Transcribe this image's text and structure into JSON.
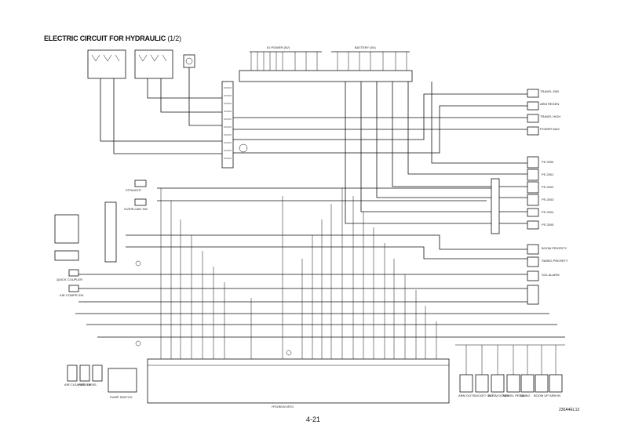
{
  "title": "ELECTRIC CIRCUIT FOR HYDRAULIC",
  "title_suffix": "(1/2)",
  "page_number": "4-21",
  "figure_id": "230A4EL13",
  "bus_labels": {
    "ig_power": "IG POWER (5V)",
    "battery": "BATTERY (5V)"
  },
  "mcu_label": "HYUNDAI MCU",
  "left_labels": {
    "straight": "STRAIGHT",
    "overload": "OVERLOAD SW",
    "quick_coupler": "QUICK COUPLER",
    "air_compr": "AIR COMPR SW",
    "air_cleaner": "AIR CLEANER SW",
    "fuel_level": "FUEL LEVEL",
    "pump_switch": "PUMP SWITCH"
  },
  "right_labels": [
    "TRAVEL 2ND",
    "ARM REGEN",
    "TRAVEL HIGH",
    "POWER MAX",
    "PS 2000",
    "PS 2001",
    "PS 2002",
    "PS 2003",
    "PS 2004",
    "PS 2005",
    "BOOM PRIORITY",
    "SWING PRIORITY",
    "SOL ALARM"
  ],
  "bottom_sensors": [
    "ARM OUT",
    "BUCKET OUT",
    "BOOM DOWN",
    "TRAVEL PEDAL",
    "SWING",
    "BOOM UP",
    "ARM IN"
  ]
}
